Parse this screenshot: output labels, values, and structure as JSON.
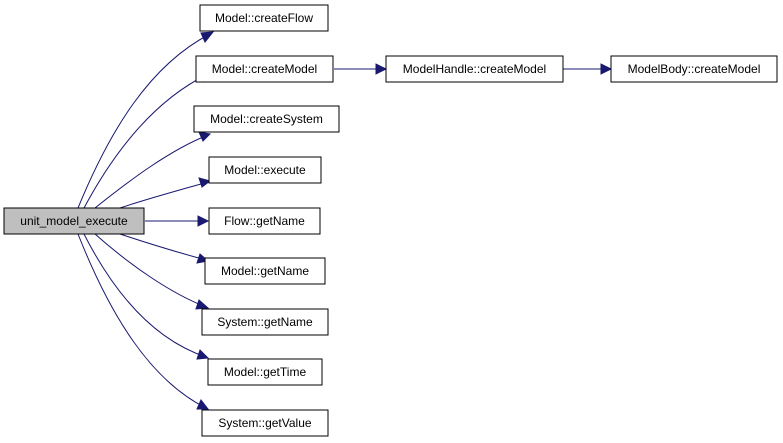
{
  "colors": {
    "edge": "#191970",
    "root_fill": "#bfbfbf",
    "node_fill": "#ffffff",
    "node_border": "#000000"
  },
  "root": {
    "label": "unit_model_execute"
  },
  "callees": [
    {
      "label": "Model::createFlow"
    },
    {
      "label": "Model::createModel"
    },
    {
      "label": "Model::createSystem"
    },
    {
      "label": "Model::execute"
    },
    {
      "label": "Flow::getName"
    },
    {
      "label": "Model::getName"
    },
    {
      "label": "System::getName"
    },
    {
      "label": "Model::getTime"
    },
    {
      "label": "System::getValue"
    }
  ],
  "chain": [
    {
      "label": "ModelHandle::createModel"
    },
    {
      "label": "ModelBody::createModel"
    }
  ]
}
